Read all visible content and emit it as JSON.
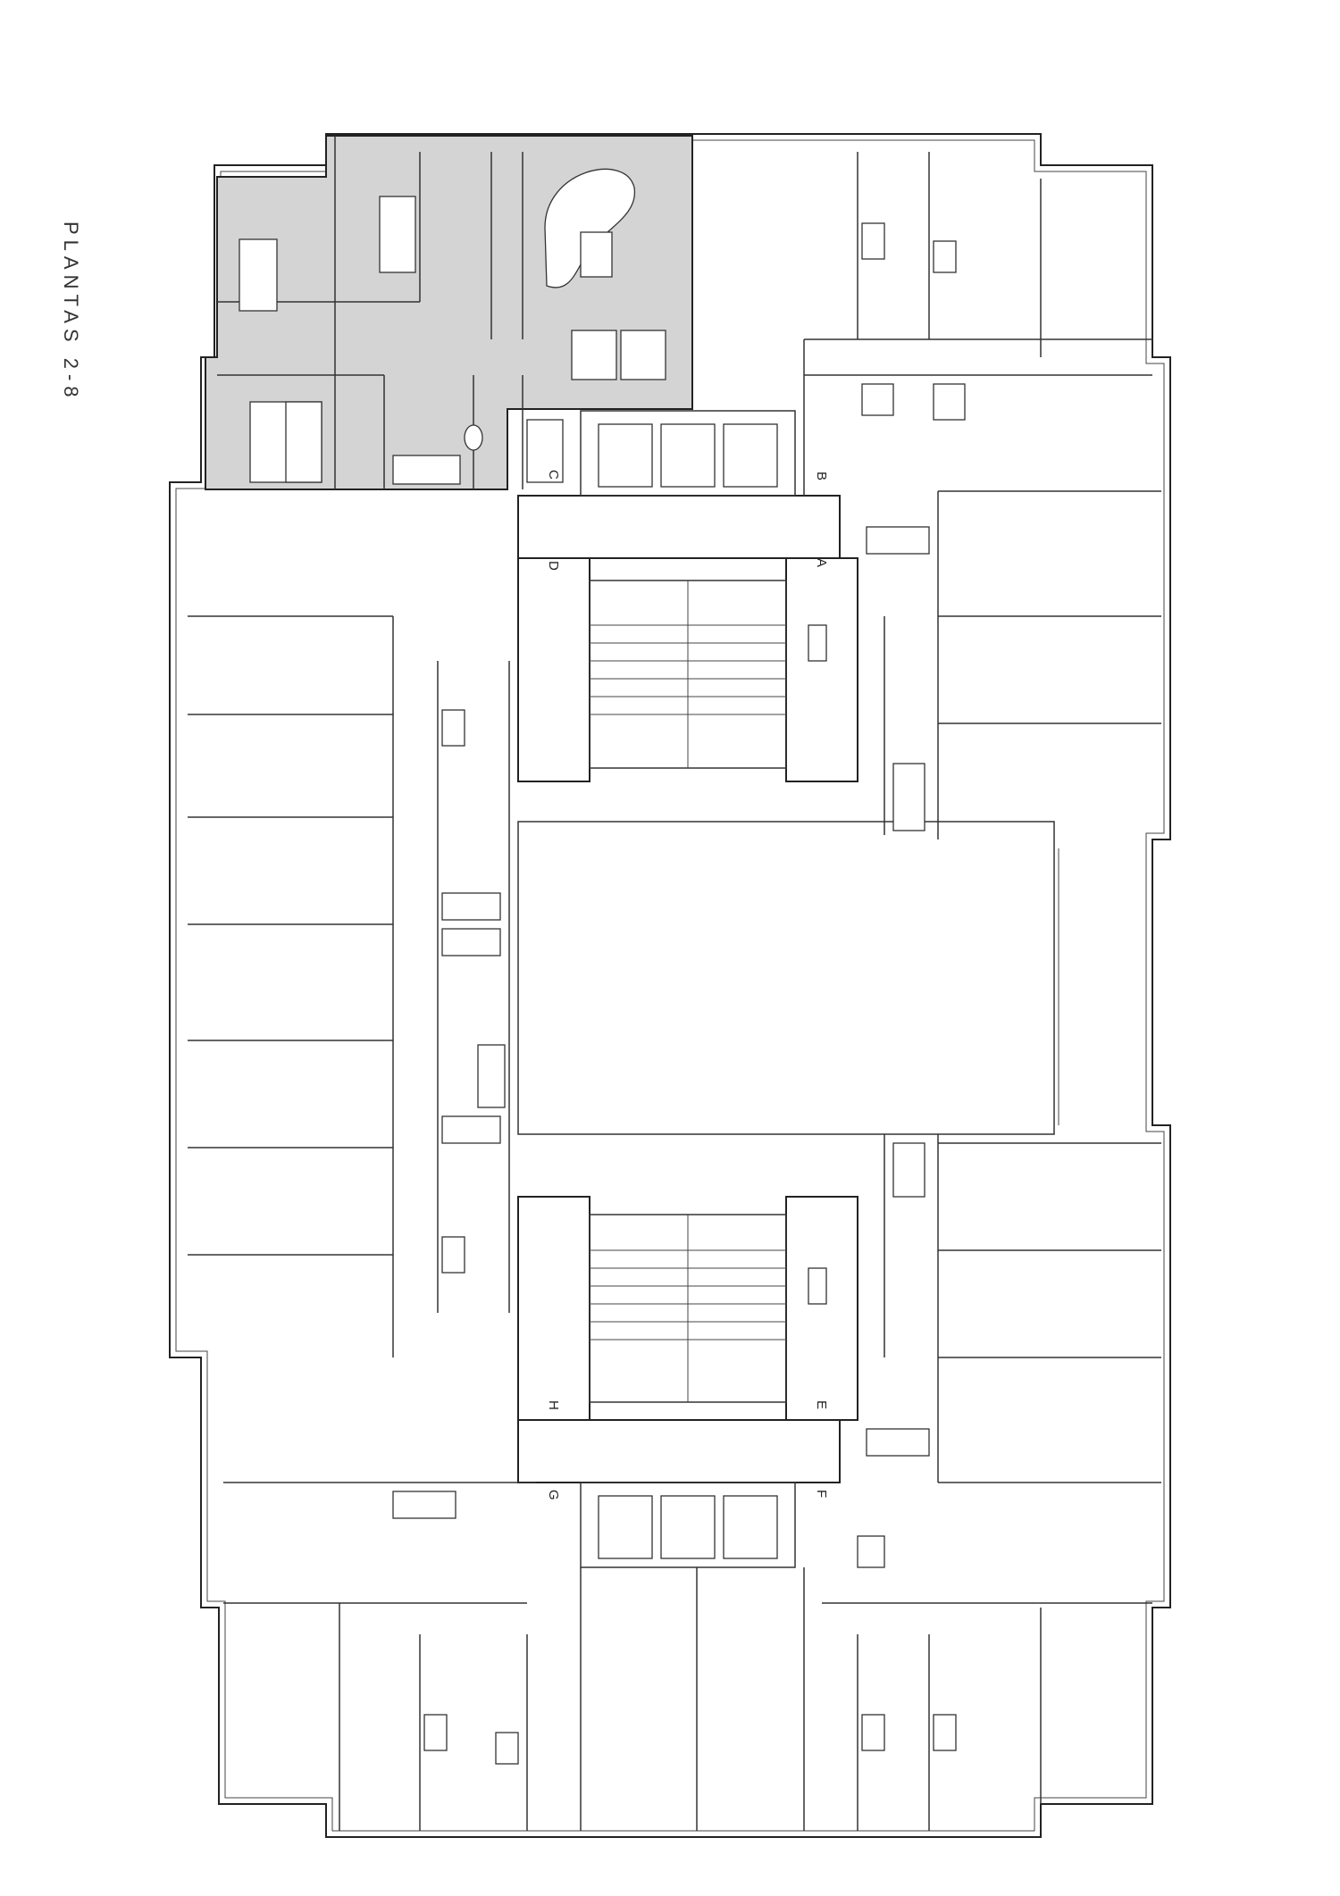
{
  "drawing": {
    "title": "PLANTAS 2-8",
    "unit_labels": [
      "A",
      "B",
      "C",
      "D",
      "E",
      "F",
      "G",
      "H"
    ]
  },
  "colors": {
    "line": "#222222",
    "highlight_unit": "#d4d4d4",
    "background": "#ffffff"
  }
}
